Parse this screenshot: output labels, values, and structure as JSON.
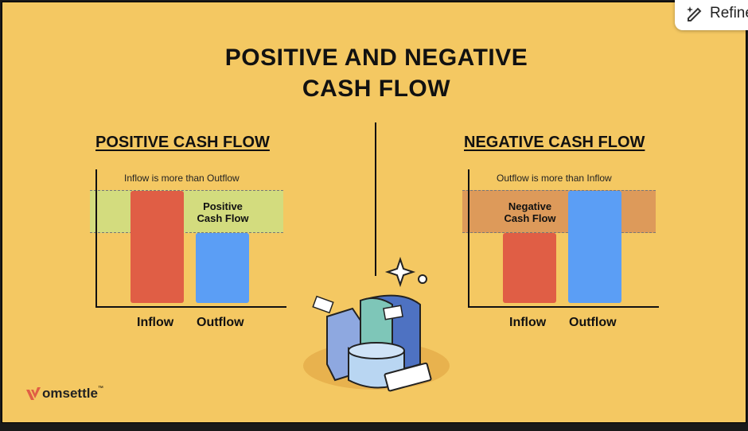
{
  "title_line1": "POSITIVE AND NEGATIVE",
  "title_line2": "CASH FLOW",
  "positive": {
    "heading": "POSITIVE CASH FLOW",
    "note": "Inflow is more than Outflow",
    "band_line1": "Positive",
    "band_line2": "Cash Flow",
    "inflow": "Inflow",
    "outflow": "Outflow"
  },
  "negative": {
    "heading": "NEGATIVE CASH FLOW",
    "note": "Outflow is more than Inflow",
    "band_line1": "Negative",
    "band_line2": "Cash Flow",
    "inflow": "Inflow",
    "outflow": "Outflow"
  },
  "logo": "omsettle",
  "logo_tm": "™",
  "refine_button": "Refine",
  "colors": {
    "background": "#F4C862",
    "inflow": "#E05E45",
    "outflow": "#5B9EF5",
    "positive_band": "#D3DC7E",
    "negative_band": "#DD9A5A"
  }
}
